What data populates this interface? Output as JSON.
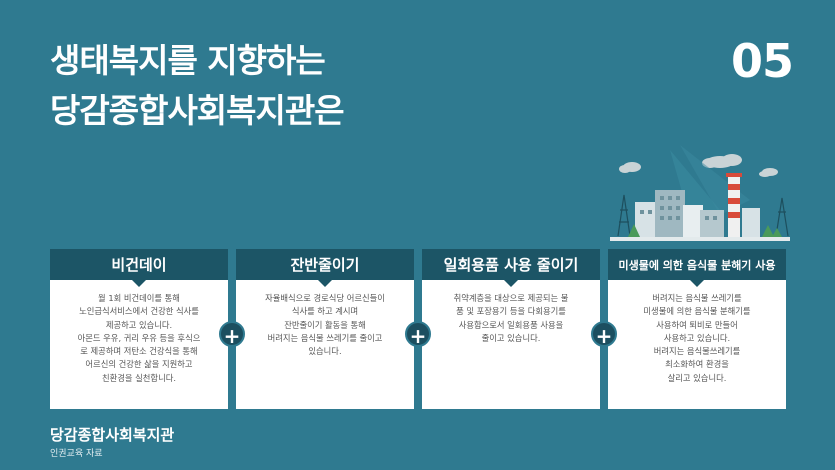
{
  "title": {
    "line1": "생태복지를 지향하는",
    "line2": "당감종합사회복지관은"
  },
  "page_number": "05",
  "cards": [
    {
      "title": "비건데이",
      "body": "월 1회 비건데이를 통해\n노인급식서비스에서 건강한 식사를\n제공하고 있습니다.\n아몬드 우유, 귀리 우유 등을 후식으\n로 제공하며 저탄소 건강식을 통해\n어르신의 건강한 삶을 지원하고\n친환경을 실천합니다."
    },
    {
      "title": "잔반줄이기",
      "body": "자율배식으로  경로식당 어르신들이\n식사를 하고 계시며\n잔반줄이기 활동을 통해\n버려지는 음식물 쓰레기를 줄이고\n있습니다."
    },
    {
      "title": "일회용품 사용 줄이기",
      "body": "취약계층을 대상으로 제공되는 물\n품 및 포장용기 등을 다회용기를\n사용함으로서 일회용품 사용을\n줄이고 있습니다."
    },
    {
      "title": "미생물에 의한 음식물 분해기 사용",
      "body": "버려지는  음식물 쓰레기를\n미생물에 의한 음식물 분해기를\n사용하여 퇴비로 만들어\n사용하고 있습니다.\n버려지는  음식물쓰레기를\n최소화하여 환경을\n살리고 있습니다."
    }
  ],
  "plus_symbol": "+",
  "footer": {
    "org": "당감종합사회복지관",
    "sub": "인권교육 자료"
  },
  "colors": {
    "background": "#2f7a90",
    "card_header": "#1c5566",
    "card_body": "#ffffff",
    "plus_circle": "#1c4f60"
  },
  "icons": [
    "factory-illustration",
    "plus-icon"
  ]
}
